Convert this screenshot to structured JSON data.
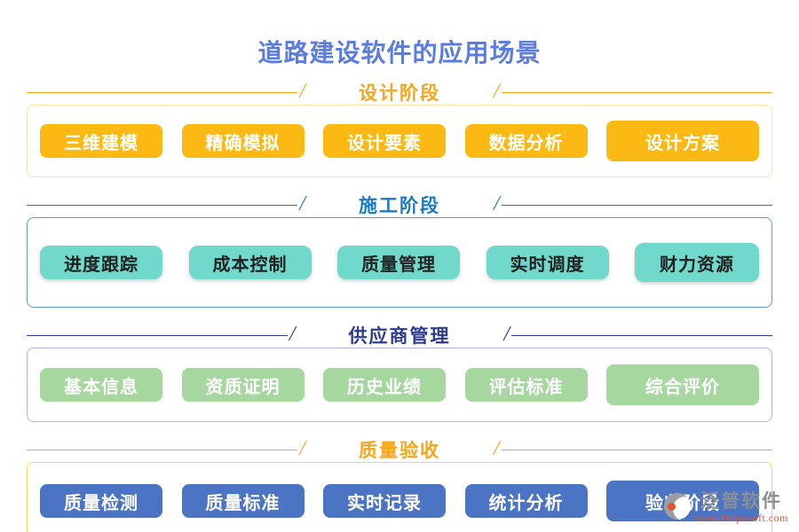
{
  "page": {
    "title": "道路建设软件的应用场景",
    "title_color": "#5b7ce0"
  },
  "sections": [
    {
      "title": "设计阶段",
      "accent": "#f9a51a",
      "box_border": "#ffe2a6",
      "button_bg": "#fcb913",
      "button_text": "#ffffff",
      "items": [
        "三维建模",
        "精确模拟",
        "设计要素",
        "数据分析",
        "设计方案"
      ]
    },
    {
      "title": "施工阶段",
      "accent": "#1b79c8",
      "box_border": "#5b9bd5",
      "button_bg": "#70d9cc",
      "button_text": "#212121",
      "items": [
        "进度跟踪",
        "成本控制",
        "质量管理",
        "实时调度",
        "财力资源"
      ]
    },
    {
      "title": "供应商管理",
      "accent": "#2d3c90",
      "box_border": "#b3b3d9",
      "button_bg": "#a5d79e",
      "button_text": "#ffffff",
      "items": [
        "基本信息",
        "资质证明",
        "历史业绩",
        "评估标准",
        "综合评价"
      ]
    },
    {
      "title": "质量验收",
      "accent": "#f9a51a",
      "box_border": "#ffd44d",
      "button_bg": "#4b74c5",
      "button_text": "#ffffff",
      "items": [
        "质量检测",
        "质量标准",
        "实时记录",
        "统计分析",
        "验收阶段"
      ]
    }
  ],
  "footer": {
    "brand": "泛普软件",
    "website": "www.fanpusoft.com"
  }
}
